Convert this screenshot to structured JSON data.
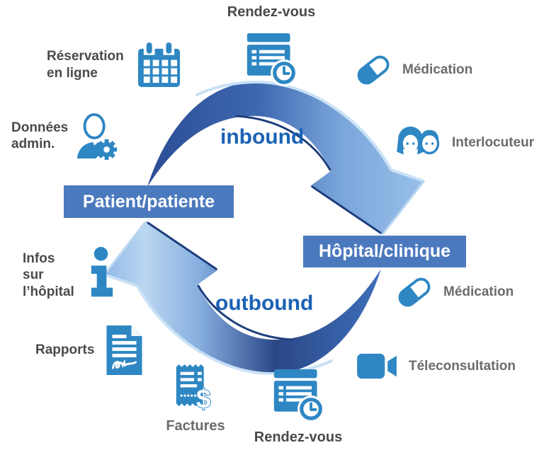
{
  "entities": {
    "patient": "Patient/patiente",
    "hospital": "Hôpital/clinique"
  },
  "flows": {
    "inbound": "inbound",
    "outbound": "outbound"
  },
  "items": {
    "rendezvous_top": {
      "label": "Rendez-vous",
      "icon": "schedule-clock-icon"
    },
    "reservation_en_ligne": {
      "label": "Réservation\nen ligne",
      "icon": "calendar-icon"
    },
    "donnees_admin": {
      "label": "Données\nadmin.",
      "icon": "user-gear-icon"
    },
    "medication_top": {
      "label": "Médication",
      "icon": "pill-icon"
    },
    "interlocuteur": {
      "label": "Interlocuteur",
      "icon": "two-people-icon"
    },
    "medication_right": {
      "label": "Médication",
      "icon": "pill-icon"
    },
    "teleconsultation": {
      "label": "Téleconsultation",
      "icon": "video-camera-icon"
    },
    "rendezvous_bottom": {
      "label": "Rendez-vous",
      "icon": "schedule-clock-icon"
    },
    "factures": {
      "label": "Factures",
      "icon": "invoice-dollar-icon"
    },
    "rapports": {
      "label": "Rapports",
      "icon": "report-signature-icon"
    },
    "infos_hopital": {
      "label": "Infos\nsur\nl’hôpital",
      "icon": "info-icon"
    }
  },
  "colors": {
    "icon_blue": "#2E87C3",
    "entity_box_blue": "#4B79BD",
    "flow_text_blue": "#1A62B4",
    "label_dark": "#4A4A4A",
    "label_soft": "#6B6B6B",
    "arrow_dark_navy": "#2B4D95",
    "arrow_light_blue": "#99C0EA",
    "background": "#FFFFFF"
  }
}
